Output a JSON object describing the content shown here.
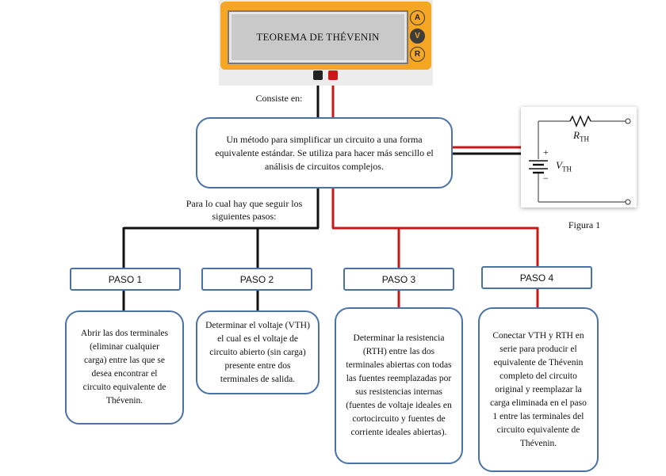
{
  "meter": {
    "title": "TEOREMA DE THÉVENIN",
    "buttons": [
      "A",
      "V",
      "R"
    ]
  },
  "consiste": "Consiste en:",
  "main_box": "Un método para simplificar un circuito a una forma equivalente estándar. Se utiliza para hacer más sencillo el análisis de circuitos complejos.",
  "steps_intro": "Para lo cual hay que seguir los siguientes pasos:",
  "figure": {
    "rth_label": "R",
    "rth_sub": "TH",
    "vth_label": "V",
    "vth_sub": "TH",
    "plus": "+",
    "minus": "−",
    "caption": "Figura 1"
  },
  "steps": [
    {
      "title": "PASO 1",
      "text": "Abrir las dos terminales (eliminar cualquier carga) entre las que se desea encontrar el circuito equivalente de Thévenin."
    },
    {
      "title": "PASO 2",
      "text": "Determinar el voltaje (VTH) el cual es el voltaje de circuito abierto (sin carga) presente entre dos terminales de salida."
    },
    {
      "title": "PASO 3",
      "text": "Determinar la resistencia (RTH) entre las dos terminales abiertas con todas las fuentes reemplazadas por sus resistencias internas (fuentes de voltaje ideales en cortocircuito y fuentes de corriente ideales abiertas)."
    },
    {
      "title": "PASO 4",
      "text": "Conectar VTH y RTH en serie para producir el equivalente de Thévenin completo del circuito original y reemplazar la carga eliminada en el paso 1 entre las terminales del circuito equivalente de Thévenin."
    }
  ]
}
